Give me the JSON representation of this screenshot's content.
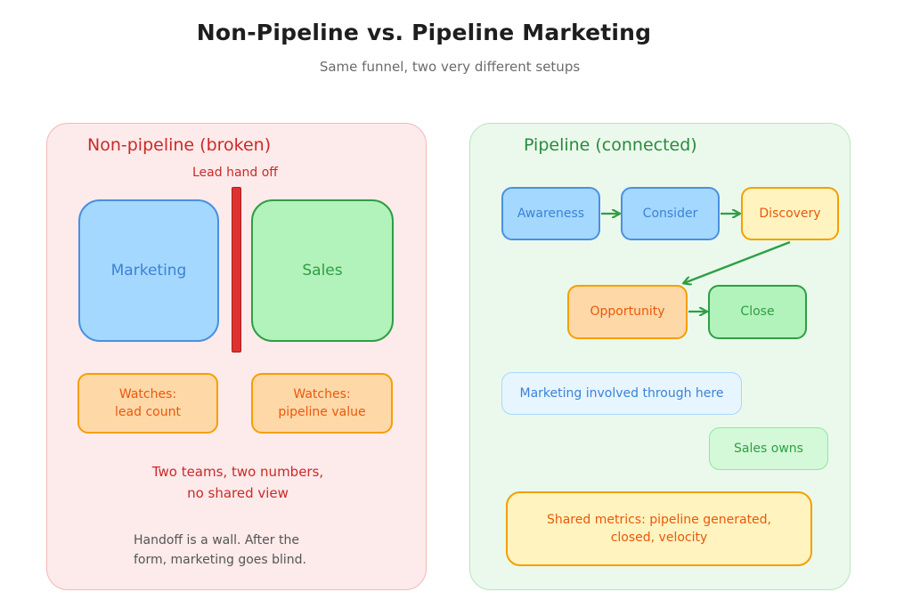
{
  "header": {
    "title": "Non-Pipeline vs. Pipeline Marketing",
    "subtitle": "Same funnel, two very different setups"
  },
  "left_panel": {
    "heading": "Non-pipeline (broken)",
    "handoff_label": "Lead hand off",
    "marketing_label": "Marketing",
    "sales_label": "Sales",
    "watch_marketing": "Watches:\nlead count",
    "watch_sales": "Watches:\npipeline value",
    "conclusion": "Two teams, two numbers,\nno shared view",
    "note": "Handoff is a wall. After the\nform, marketing goes blind."
  },
  "right_panel": {
    "heading": "Pipeline (connected)",
    "stages": [
      "Awareness",
      "Consider",
      "Discovery",
      "Opportunity",
      "Close"
    ],
    "marketing_scope": "Marketing involved through here",
    "sales_scope": "Sales owns",
    "shared_metrics": "Shared metrics: pipeline generated,\nclosed, velocity"
  },
  "colors": {
    "wall": "#e03131",
    "arrow": "#2f9e44"
  }
}
